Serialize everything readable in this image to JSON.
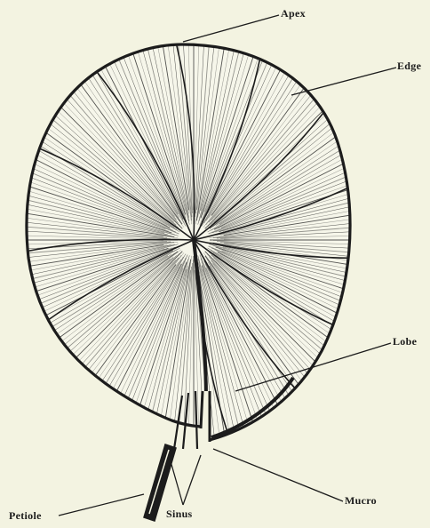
{
  "diagram": {
    "labels": {
      "apex": "Apex",
      "edge": "Edge",
      "lobe": "Lobe",
      "mucro": "Mucro",
      "sinus": "Sinus",
      "petiole": "Petiole"
    },
    "colors": {
      "background": "#f3f3e1",
      "ink": "#1c1c1c"
    }
  }
}
